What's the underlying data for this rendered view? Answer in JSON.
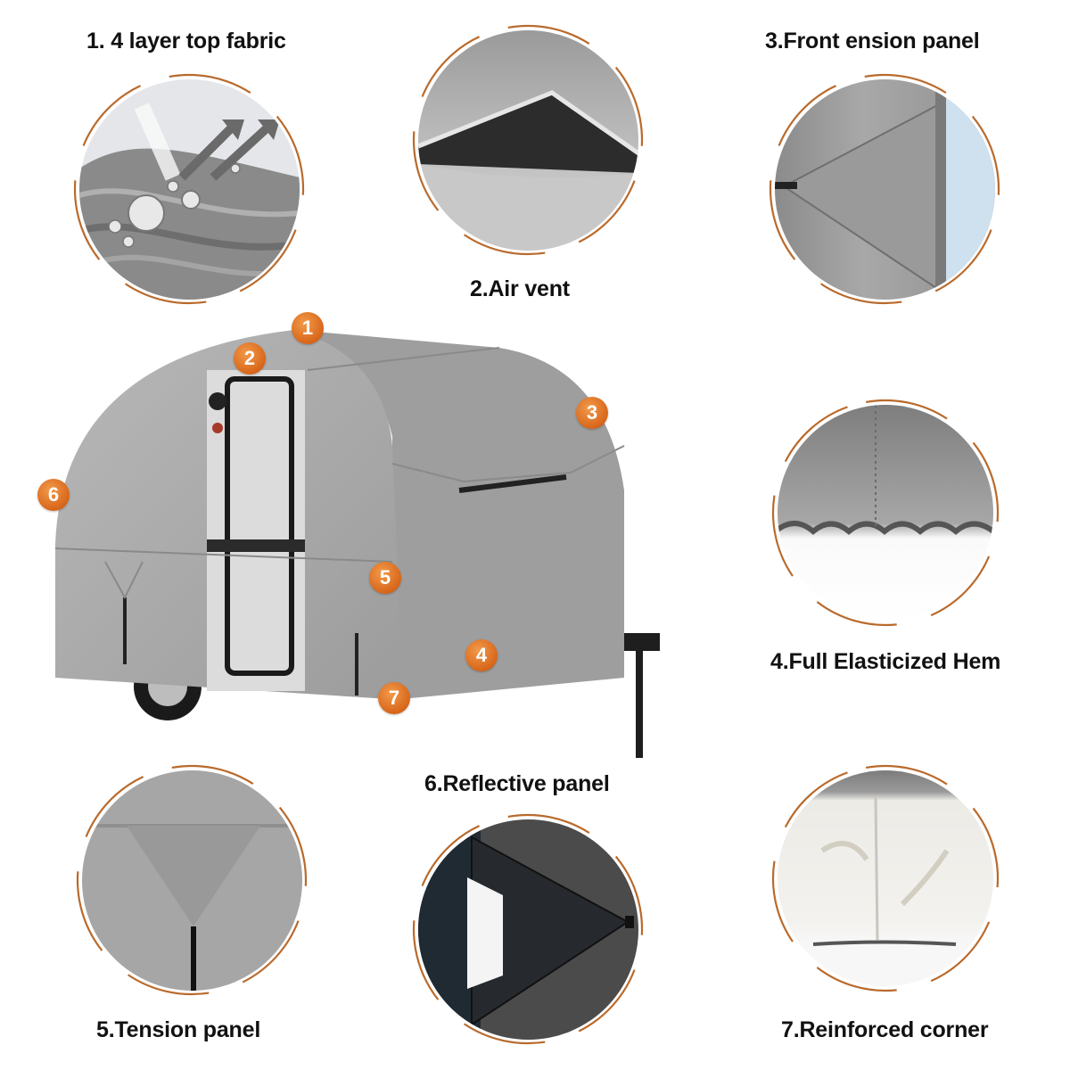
{
  "colors": {
    "accent_orange": "#d8661a",
    "ring_orange": "#b96a2c",
    "cover_gray": "#a9a9a9",
    "text": "#111111",
    "background": "#ffffff"
  },
  "features": [
    {
      "number": 1,
      "label": "1. 4 layer top fabric",
      "icon": "waterproof-fabric-layers-icon"
    },
    {
      "number": 2,
      "label": "2.Air vent",
      "icon": "air-vent-icon"
    },
    {
      "number": 3,
      "label": "3.Front ension panel",
      "icon": "front-tension-panel-icon"
    },
    {
      "number": 4,
      "label": "4.Full Elasticized Hem",
      "icon": "elastic-hem-icon"
    },
    {
      "number": 5,
      "label": "5.Tension panel",
      "icon": "tension-panel-icon"
    },
    {
      "number": 6,
      "label": "6.Reflective panel",
      "icon": "reflective-panel-icon"
    },
    {
      "number": 7,
      "label": "7.Reinforced corner",
      "icon": "reinforced-corner-icon"
    }
  ],
  "trailer": {
    "image": "covered-teardrop-trailer",
    "badges": [
      "1",
      "2",
      "3",
      "4",
      "5",
      "6",
      "7"
    ]
  }
}
